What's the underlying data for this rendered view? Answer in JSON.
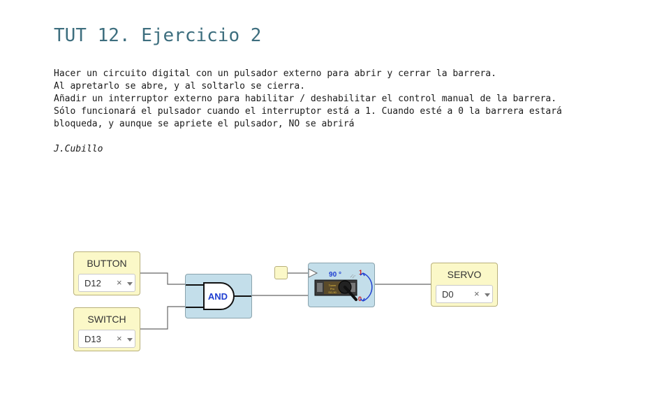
{
  "title": "TUT 12. Ejercicio 2",
  "description": [
    "Hacer un circuito digital con un pulsador externo para abrir y cerrar la barrera.",
    "Al apretarlo se abre, y al soltarlo se cierra.",
    "Añadir un interruptor externo para habilitar / deshabilitar el control manual de la barrera.",
    "Sólo funcionará el pulsador cuando el interruptor está a 1. Cuando esté a 0 la barrera estará",
    "bloqueda, y aunque se apriete el pulsador, NO se abrirá"
  ],
  "author": "J.Cubillo",
  "blocks": {
    "button": {
      "label": "BUTTON",
      "pin": "D12"
    },
    "switch": {
      "label": "SWITCH",
      "pin": "D13"
    },
    "servo": {
      "label": "SERVO",
      "pin": "D0"
    }
  },
  "gate": {
    "label": "AND"
  },
  "servo_icon": {
    "angle": "90 °",
    "high": "1",
    "low": "0",
    "brand": "Tower Pro SG-90"
  },
  "clear_glyph": "×",
  "colors": {
    "title": "#3d6e7e",
    "block_bg": "#fbf8c8",
    "gate_bg": "#c3deea",
    "gate_text": "#1f3fd1"
  }
}
